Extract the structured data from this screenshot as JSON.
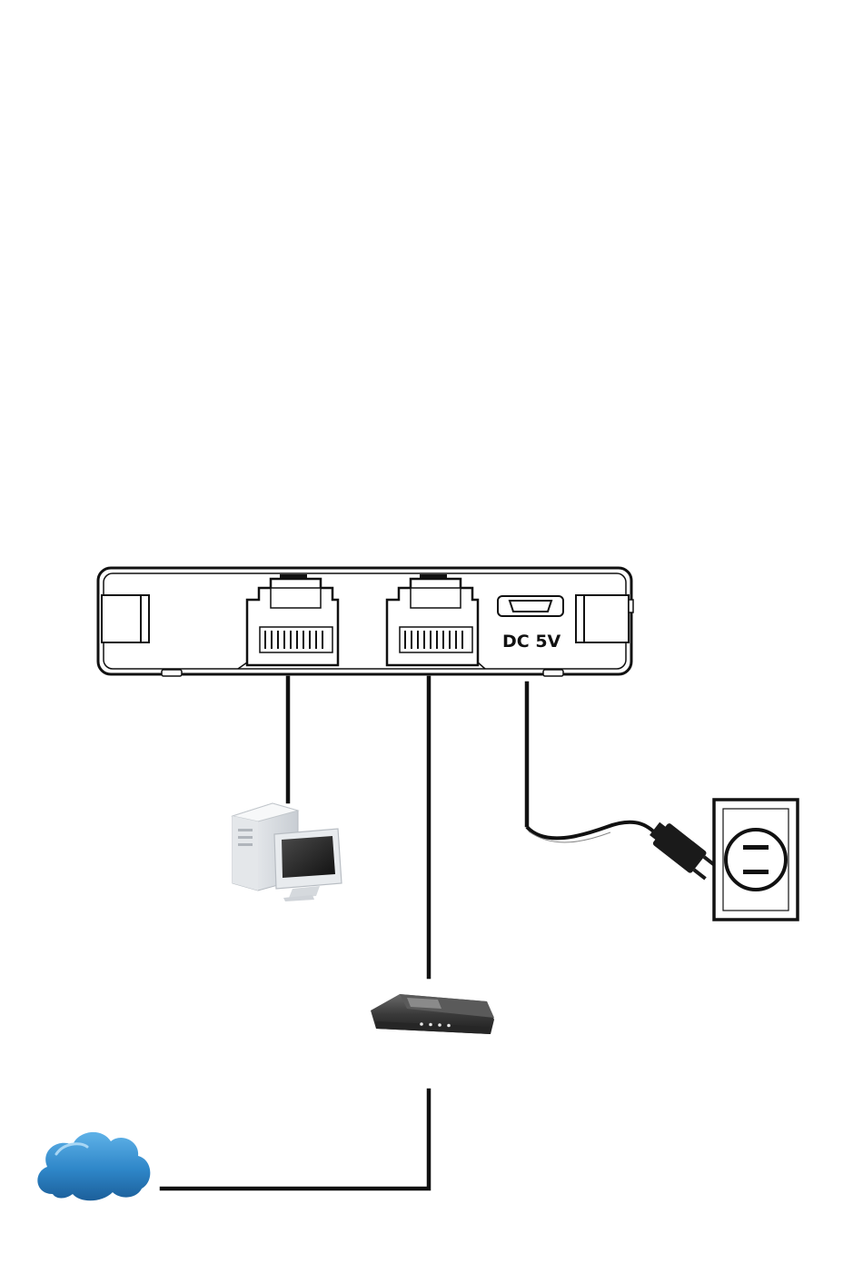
{
  "device": {
    "power_port_label": "DC 5V"
  },
  "nodes": [
    {
      "id": "computer",
      "icon": "desktop-computer-icon"
    },
    {
      "id": "router",
      "icon": "router-icon"
    },
    {
      "id": "internet",
      "icon": "cloud-icon"
    },
    {
      "id": "power-outlet",
      "icon": "wall-outlet-icon"
    }
  ],
  "connections": [
    {
      "from": "lan-port",
      "to": "computer"
    },
    {
      "from": "wan-port",
      "to": "router"
    },
    {
      "from": "router",
      "to": "internet"
    },
    {
      "from": "dc-power-port",
      "to": "power-outlet"
    }
  ],
  "colors": {
    "line": "#111111",
    "cloud": "#2e86c8",
    "computer_body": "#d9dde2",
    "router_body": "#3a3a3a"
  }
}
